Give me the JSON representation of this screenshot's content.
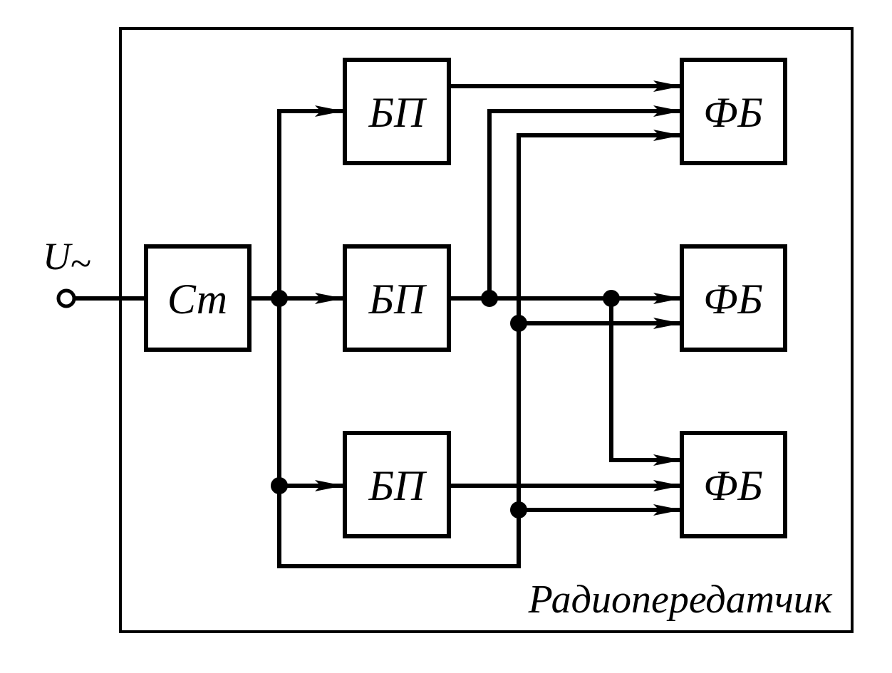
{
  "input": {
    "symbol": "U",
    "subscript": "~"
  },
  "stabilizer": {
    "label": "Ст"
  },
  "power_units": [
    {
      "label": "БП"
    },
    {
      "label": "БП"
    },
    {
      "label": "БП"
    }
  ],
  "functional_blocks": [
    {
      "label": "ФБ"
    },
    {
      "label": "ФБ"
    },
    {
      "label": "ФБ"
    }
  ],
  "enclosure": {
    "label": "Радиопередатчик"
  }
}
